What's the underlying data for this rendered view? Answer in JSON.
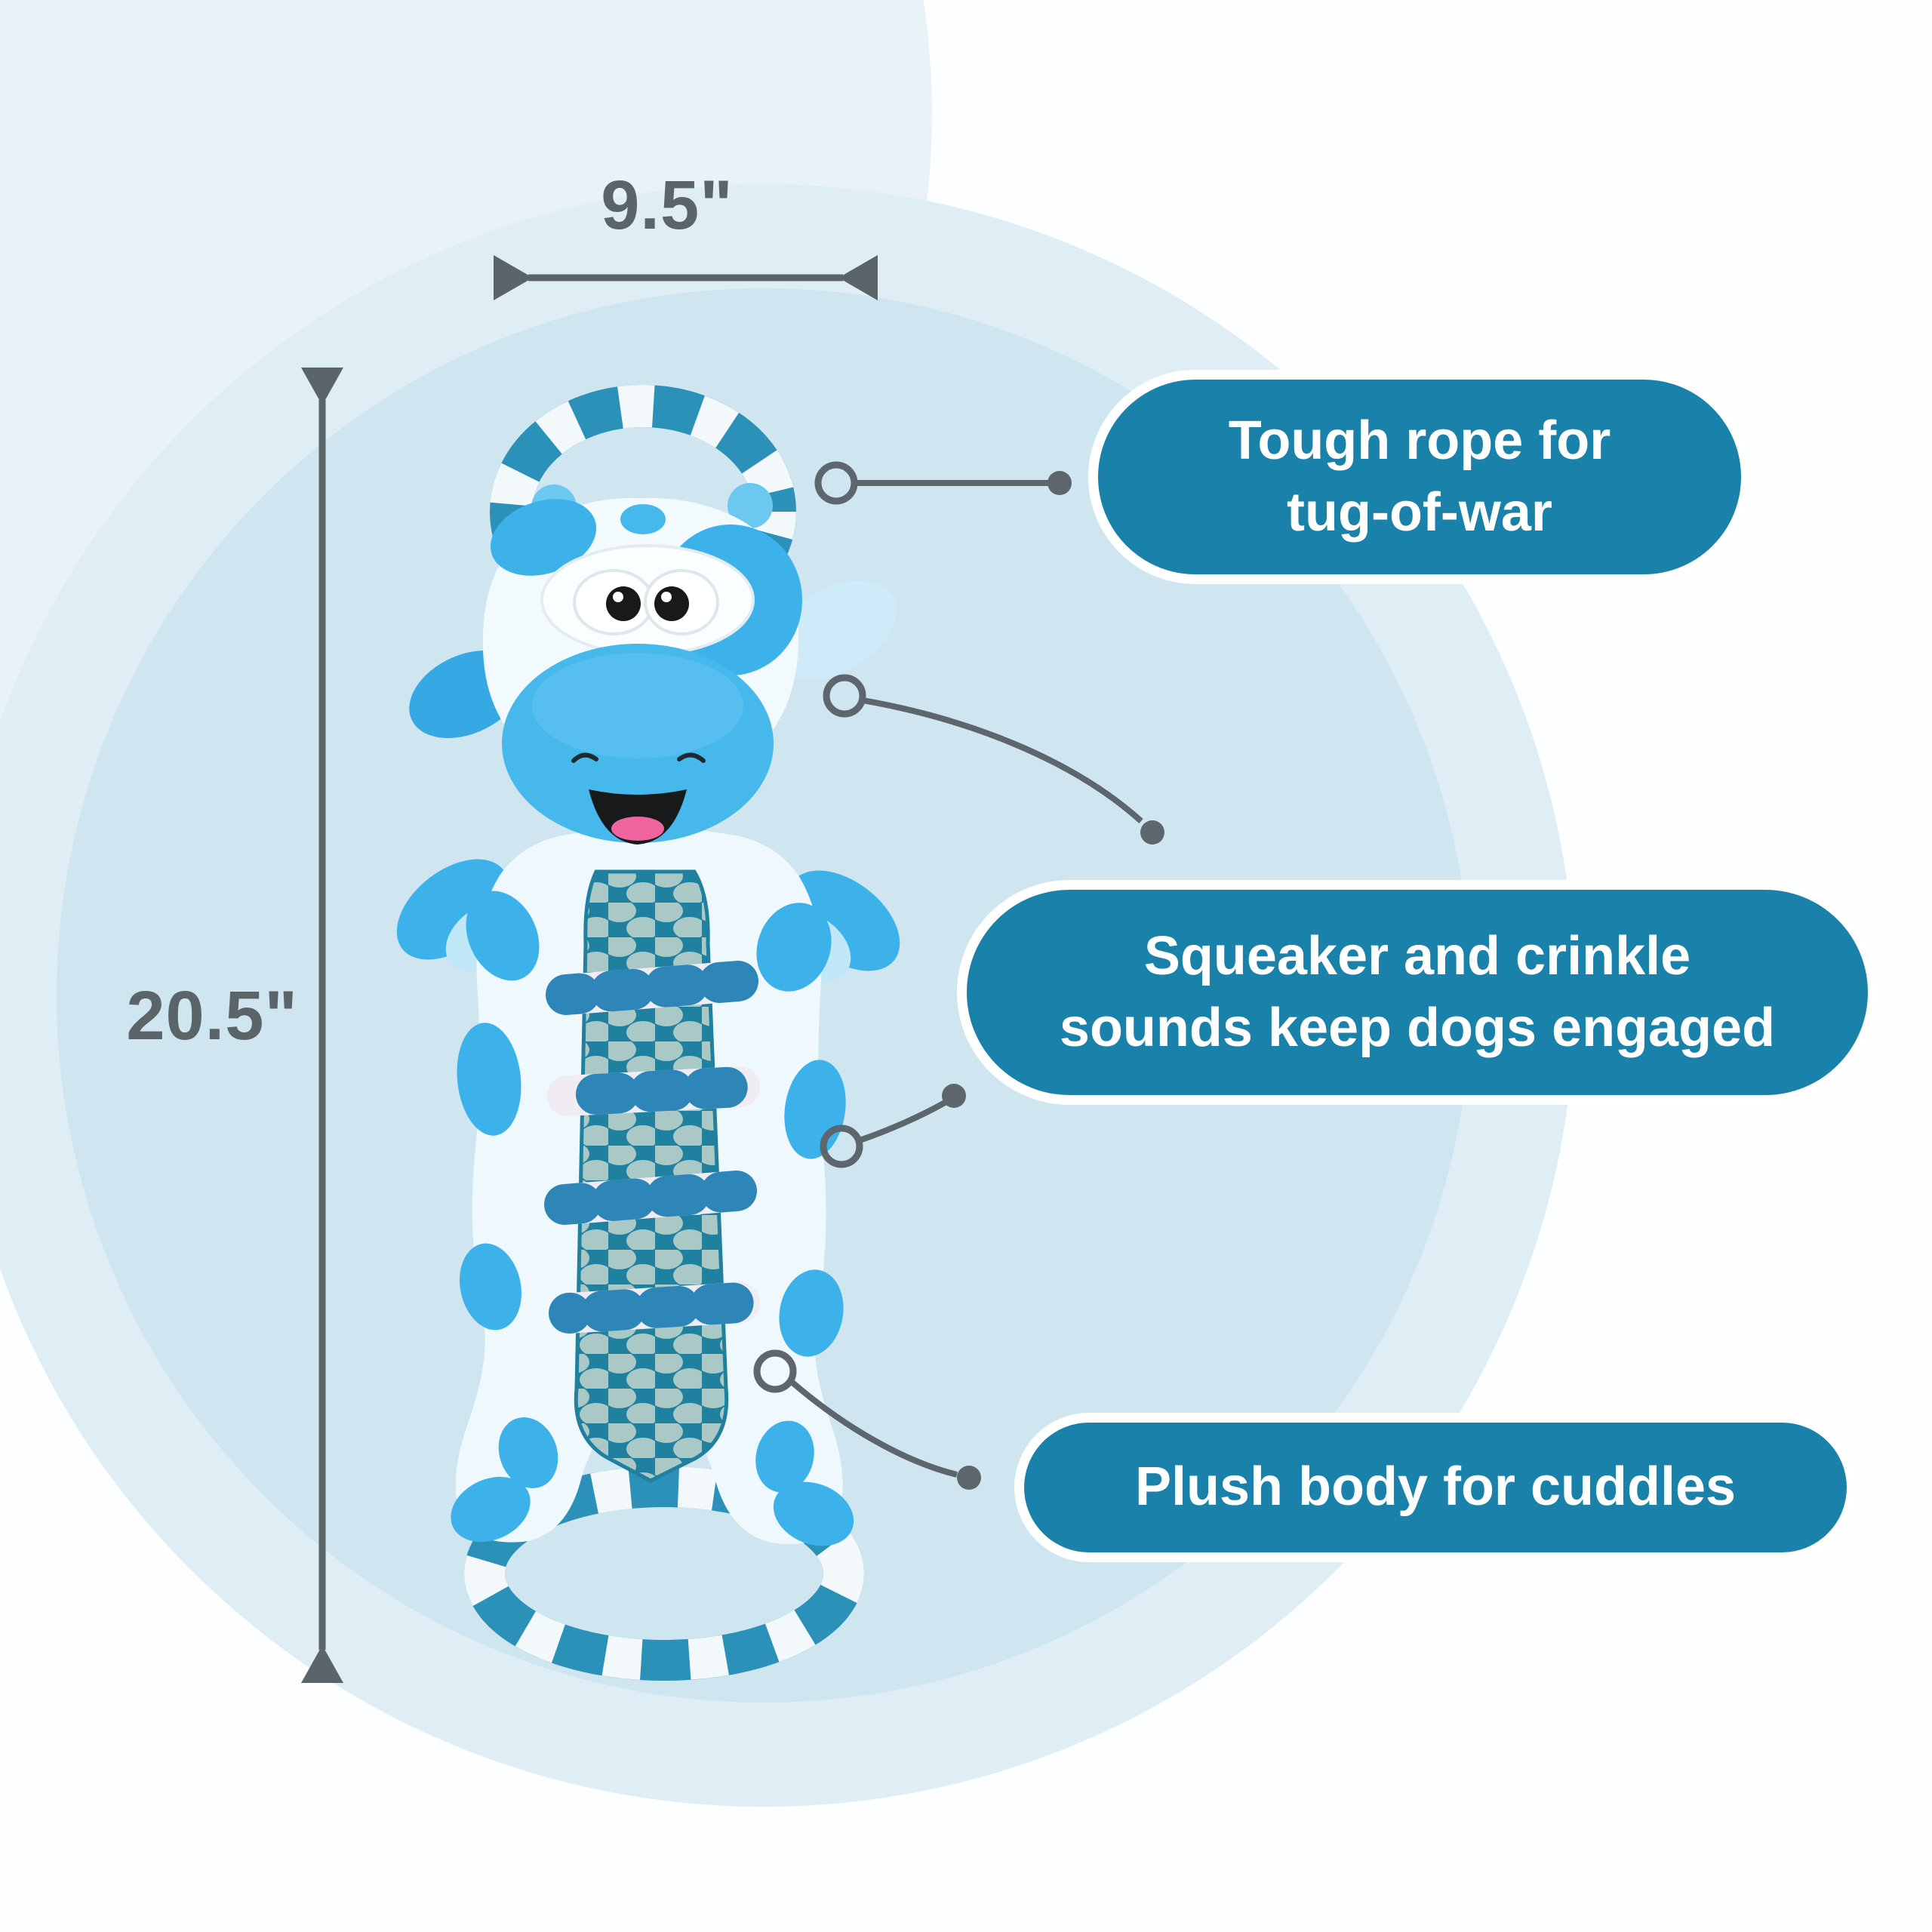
{
  "dimensions": {
    "width_label": "9.5\"",
    "height_label": "20.5\""
  },
  "callouts": [
    {
      "line1": "Tough rope for",
      "line2": "tug-of-war"
    },
    {
      "line1": "Squeaker and crinkle",
      "line2": "sounds keep dogs engaged"
    },
    {
      "line1": "Plush body for cuddles"
    }
  ],
  "colors": {
    "callout_fill": "#1a82aa",
    "callout_text": "#ffffff",
    "annotation_gray": "#5b6468",
    "page_background": "#fdfeff",
    "background_arc": "#e9f2f6",
    "background_ring": "#dfedf5",
    "background_circle": "#cfe6f1",
    "toy_bright_blue": "#3db2ea",
    "toy_light_blue": "#bfe7f8",
    "toy_white": "#eef8fd",
    "rope_teal": "#2b91b8",
    "rope_white": "#f3f8fb",
    "belly_teal": "#20809f",
    "belly_bump": "#a9c8c6",
    "tongue_pink": "#f0659f"
  }
}
